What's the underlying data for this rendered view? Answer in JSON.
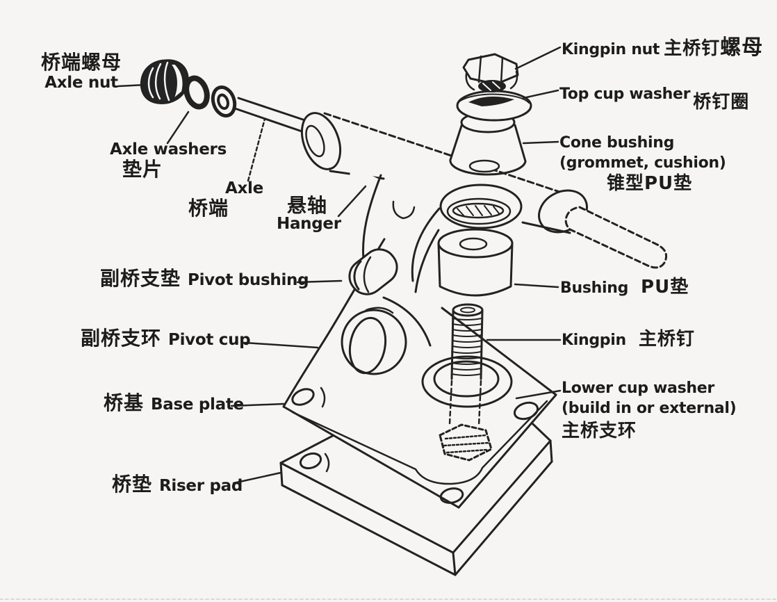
{
  "diagram": {
    "ink_color": "#222222",
    "paper_color": "#f6f5f3",
    "parts": [
      {
        "id": "axle-nut",
        "zh": "桥端螺母",
        "en": "Axle nut"
      },
      {
        "id": "axle-washers",
        "en": "Axle washers",
        "zh": "垫片"
      },
      {
        "id": "axle",
        "en": "Axle",
        "zh": "桥端"
      },
      {
        "id": "hanger",
        "zh": "悬轴",
        "en": "Hanger"
      },
      {
        "id": "pivot-bushing",
        "zh": "副桥支垫",
        "en": "Pivot bushing"
      },
      {
        "id": "pivot-cup",
        "zh": "副桥支环",
        "en": "Pivot cup"
      },
      {
        "id": "base-plate",
        "zh": "桥基",
        "en": "Base plate"
      },
      {
        "id": "riser-pad",
        "zh": "桥垫",
        "en": "Riser pad"
      },
      {
        "id": "kingpin-nut",
        "en": "Kingpin nut",
        "zh": "主桥钉",
        "zh_bold": "螺母"
      },
      {
        "id": "top-cup-washer",
        "en": "Top cup washer",
        "zh": "桥钉圈"
      },
      {
        "id": "cone-bushing",
        "en": "Cone bushing",
        "en_note": "(grommet, cushion)",
        "zh": "锥型PU垫"
      },
      {
        "id": "bushing",
        "en": "Bushing",
        "zh": "PU垫"
      },
      {
        "id": "kingpin",
        "en": "Kingpin",
        "zh": "主桥钉"
      },
      {
        "id": "lower-cup-washer",
        "en": "Lower cup washer",
        "en_note": "(build in or external)",
        "zh": "主桥支环"
      }
    ]
  }
}
